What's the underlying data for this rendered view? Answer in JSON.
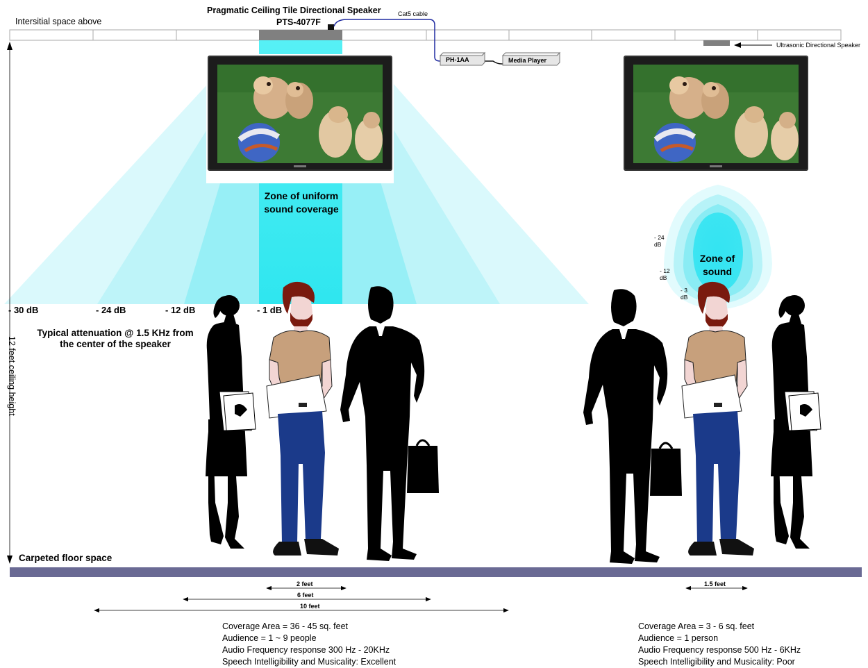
{
  "header": {
    "title": "Pragmatic Ceiling Tile Directional Speaker",
    "model": "PTS-4077F",
    "interstitial": "Intersitial space above",
    "cable": "Cat5 cable",
    "ultrasonic": "Ultrasonic Directional Speaker"
  },
  "equipment": {
    "amp": "PH-1AA",
    "player": "Media Player"
  },
  "left_setup": {
    "attenuation_levels": [
      "- 30 dB",
      "- 24 dB",
      "- 12 dB",
      "- 1 dB"
    ],
    "attenuation_note": "Typical attenuation @ 1.5 KHz from the center of the speaker",
    "zone_label": "Zone of uniform sound coverage",
    "dimensions": [
      "2 feet",
      "6 feet",
      "10 feet"
    ],
    "stats": [
      "Coverage Area = 36 - 45 sq. feet",
      "Audience = 1 ~ 9 people",
      "Audio Frequency response 300 Hz - 20KHz",
      "Speech Intelligibility and Musicality:  Excellent"
    ]
  },
  "right_setup": {
    "ring_levels": [
      "- 24 dB",
      "- 12 dB",
      "- 3 dB"
    ],
    "zone_label": "Zone of sound",
    "dimension": "1.5 feet",
    "stats": [
      "Coverage Area = 3 - 6 sq. feet",
      "Audience = 1 person",
      "Audio Frequency response 500 Hz - 6KHz",
      "Speech Intelligibility and Musicality:  Poor"
    ]
  },
  "room": {
    "floor_label": "Carpeted  floor space",
    "ceiling_label": "12 feet ceiling height"
  },
  "colors": {
    "cone_inner": "#33e8f0",
    "cone_outer": "#c8f6fa",
    "floor": "#6a6a94",
    "speaker": "#808080",
    "shirt": "#c7a07c",
    "jeans": "#1b3a8a",
    "hair": "#7a1a0e",
    "skin": "#f2d5d3"
  }
}
